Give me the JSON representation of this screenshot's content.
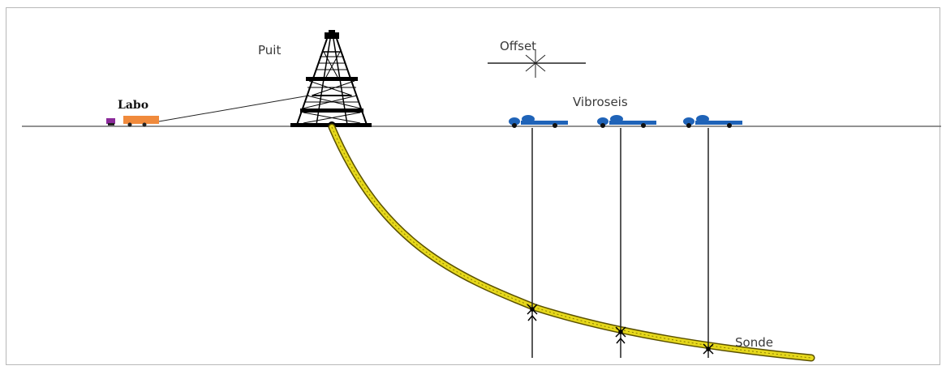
{
  "labels": {
    "labo": "Labo",
    "puit": "Puit",
    "offset": "Offset",
    "vibroseis": "Vibroseis",
    "sonde": "Sonde"
  },
  "colors": {
    "ground": "#6e6e6e",
    "well_fill": "#e6d81c",
    "well_stroke": "#5a5000",
    "truck": "#1f63b8",
    "labo_truck": "#f08a3c",
    "labo_cab": "#8b2a9a",
    "derrick": "#000000",
    "ray": "#222222"
  },
  "vibroseis_count": 3,
  "icons": [
    "derrick-icon",
    "labo-truck-icon",
    "vibroseis-truck-icon",
    "offset-cross-icon",
    "geophone-icon"
  ]
}
